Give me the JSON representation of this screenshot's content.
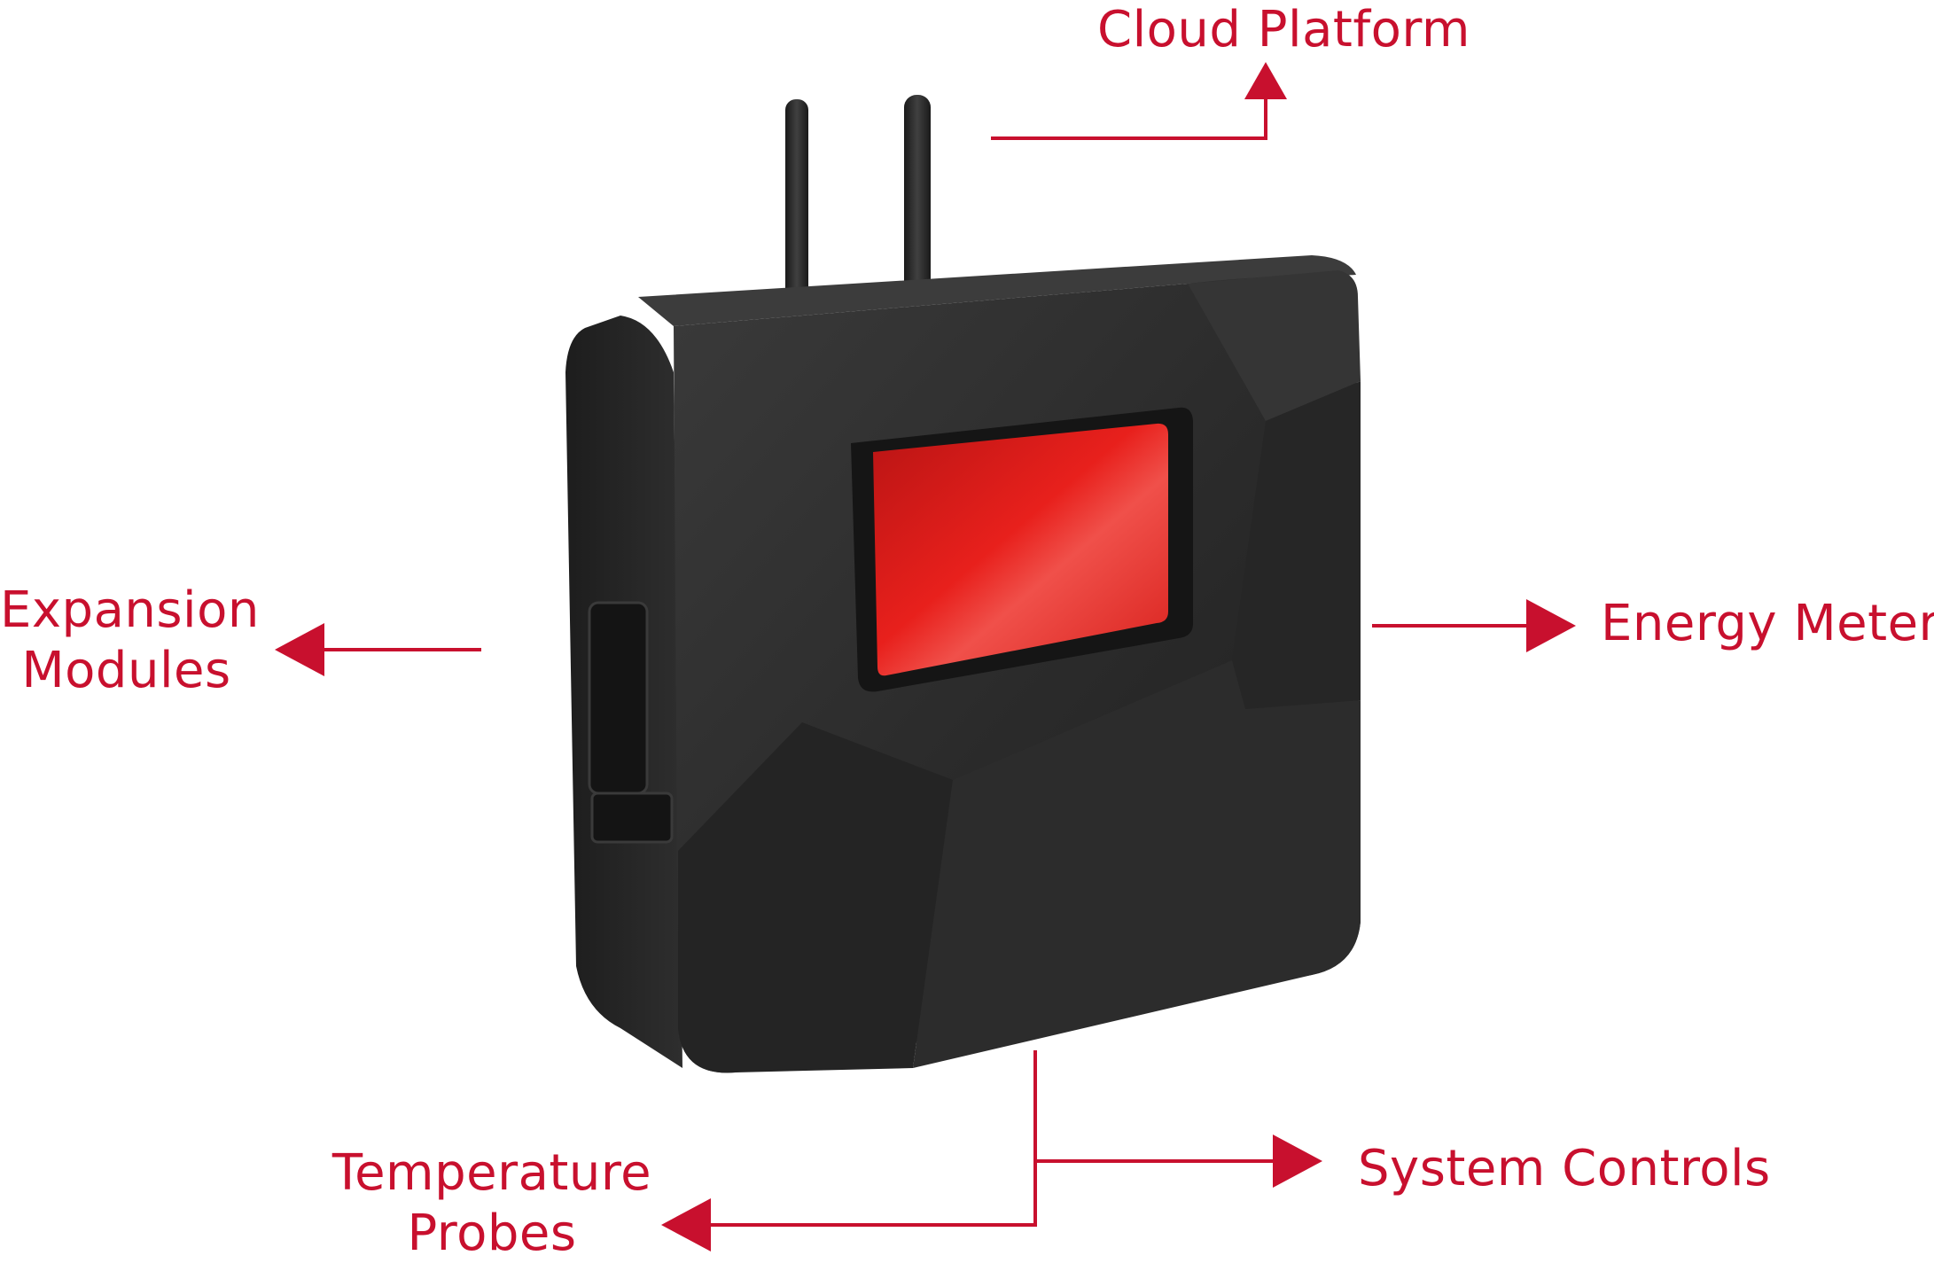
{
  "colors": {
    "accent": "#c8102e",
    "device_body": "#2b2b2b",
    "device_dark": "#1c1c1c",
    "screen": "#e8201c",
    "background": "#ffffff"
  },
  "labels": {
    "cloud_platform": "Cloud Platform",
    "energy_meter": "Energy Meter",
    "expansion_modules": [
      "Expansion",
      "Modules"
    ],
    "temperature_probes": [
      "Temperature",
      "Probes"
    ],
    "system_controls": "System Controls"
  },
  "icons": {
    "device": "controller-device-icon",
    "arrow": "arrow-head-icon"
  }
}
